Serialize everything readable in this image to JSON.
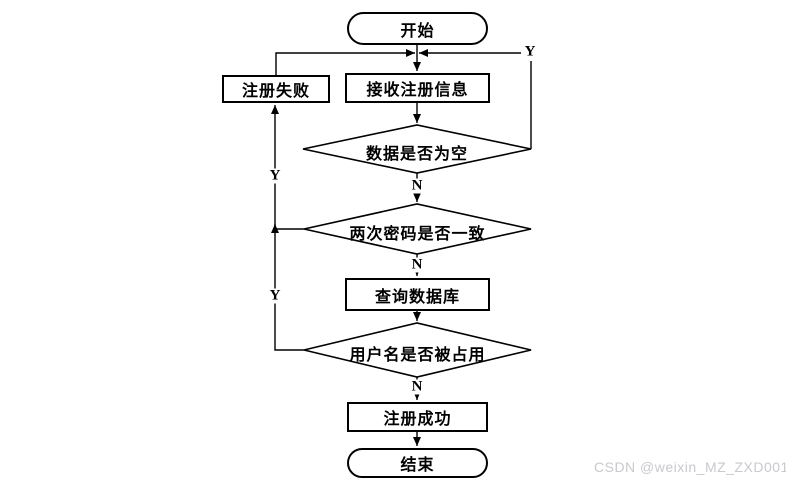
{
  "nodes": {
    "start": {
      "label": "开始"
    },
    "fail": {
      "label": "注册失败"
    },
    "receive": {
      "label": "接收注册信息"
    },
    "check_empty": {
      "label": "数据是否为空"
    },
    "check_pwd": {
      "label": "两次密码是否一致"
    },
    "query_db": {
      "label": "查询数据库"
    },
    "check_user": {
      "label": "用户名是否被占用"
    },
    "success": {
      "label": "注册成功"
    },
    "end": {
      "label": "结束"
    }
  },
  "branch_labels": {
    "empty_no": "N",
    "pwd_no": "N",
    "user_no": "N",
    "empty_yes": "Y",
    "pwd_yes": "Y",
    "user_yes": "Y"
  },
  "watermark": "CSDN @weixin_MZ_ZXD001",
  "colors": {
    "line": "#000000",
    "shape_border": "#000000",
    "shape_fill": "#ffffff",
    "watermark": "#c9c9ce"
  }
}
